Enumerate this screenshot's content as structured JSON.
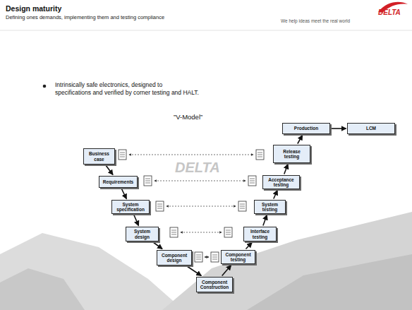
{
  "diagram": {
    "title": "Design maturity",
    "nodes": [
      {
        "text": [
          "Business case"
        ]
      },
      {
        "text": [
          "Requirements"
        ]
      },
      {
        "text": [
          "System specification"
        ]
      },
      {
        "text": [
          "System design"
        ]
      },
      {
        "text": [
          "Component design"
        ]
      },
      {
        "text": [
          "Component Construction"
        ]
      },
      {
        "text": [
          "Component testing"
        ]
      },
      {
        "text": [
          "Interface testing"
        ]
      },
      {
        "text": [
          "System testing"
        ]
      },
      {
        "text": [
          "Acceptance testing"
        ]
      },
      {
        "text": [
          "Release testing"
        ]
      },
      {
        "text": [
          "Production"
        ]
      },
      {
        "text": [
          "LCM"
        ]
      }
    ],
    "edges": [
      {
        "from": 0,
        "to": 1,
        "arrow": "to"
      },
      {
        "from": 1,
        "to": 2,
        "arrow": "to"
      },
      {
        "from": 2,
        "to": 3,
        "arrow": "to"
      },
      {
        "from": 3,
        "to": 4,
        "arrow": "to"
      },
      {
        "from": 4,
        "to": 5,
        "arrow": "to"
      },
      {
        "from": 5,
        "to": 6,
        "arrow": "to"
      },
      {
        "from": 6,
        "to": 7,
        "arrow": "to"
      },
      {
        "from": 7,
        "to": 8,
        "arrow": "to"
      },
      {
        "from": 8,
        "to": 9,
        "arrow": "to"
      },
      {
        "from": 9,
        "to": 10,
        "arrow": "to"
      },
      {
        "from": 10,
        "to": 11,
        "arrow": "to"
      },
      {
        "from": 11,
        "to": 12,
        "arrow": "to"
      }
    ],
    "labels": [
      "Defining ones demands, implementing them and testing compliance",
      "DELTA",
      "We help ideas meet the real world",
      "Intrinsically safe electronics, designed to specifications and verified by corner testing and HALT.",
      "”V-Model”",
      "DELTA"
    ]
  }
}
